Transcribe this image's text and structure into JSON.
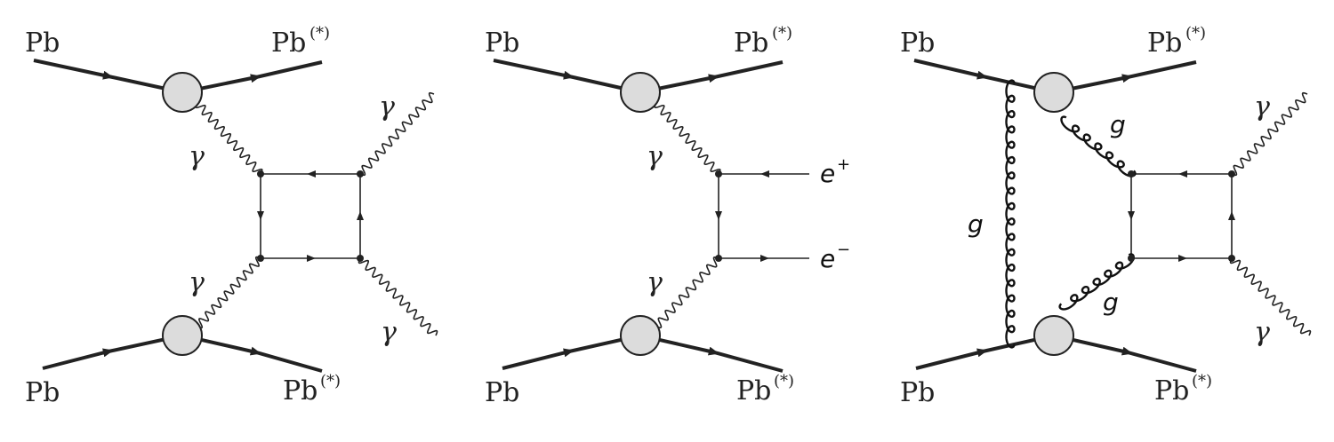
{
  "diagrams": [
    {
      "in_top": "Pb",
      "out_top": "Pb",
      "out_top_sup": "(*)",
      "in_bottom": "Pb",
      "out_bottom": "Pb",
      "out_bottom_sup": "(*)",
      "photon_top": "γ",
      "photon_bottom": "γ",
      "out_photon_top": "γ",
      "out_photon_bottom": "γ"
    },
    {
      "in_top": "Pb",
      "out_top": "Pb",
      "out_top_sup": "(*)",
      "in_bottom": "Pb",
      "out_bottom": "Pb",
      "out_bottom_sup": "(*)",
      "photon_top": "γ",
      "photon_bottom": "γ",
      "positron": "e",
      "positron_sup": "+",
      "electron": "e",
      "electron_sup": "−"
    },
    {
      "in_top": "Pb",
      "out_top": "Pb",
      "out_top_sup": "(*)",
      "in_bottom": "Pb",
      "out_bottom": "Pb",
      "out_bottom_sup": "(*)",
      "gluon_exchange": "g",
      "gluon_top": "g",
      "gluon_bottom": "g",
      "out_photon_top": "γ",
      "out_photon_bottom": "γ"
    }
  ]
}
